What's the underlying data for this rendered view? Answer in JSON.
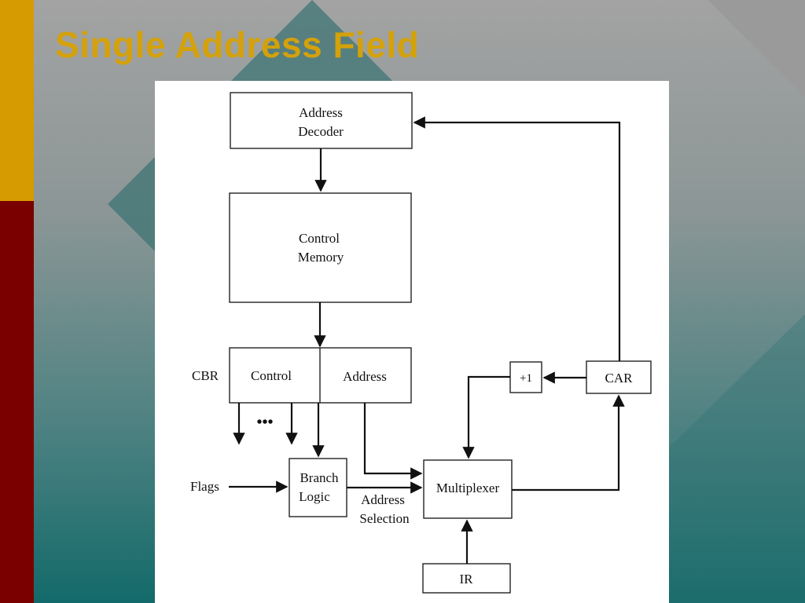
{
  "slide": {
    "title": "Single Address Field",
    "colors": {
      "title": "#d4a10a",
      "left_bar_top": "#d59b00",
      "left_bar_bottom": "#7a0000",
      "bg_diamond_light": "#9a9a9a",
      "bg_diamond_teal": "#3f7474"
    }
  },
  "diagram": {
    "address_decoder": [
      "Address",
      "Decoder"
    ],
    "control_memory": [
      "Control",
      "Memory"
    ],
    "cbr_label": "CBR",
    "cbr_control": "Control",
    "cbr_address": "Address",
    "ellipsis": "•••",
    "flags_label": "Flags",
    "branch_logic": [
      "Branch",
      "Logic"
    ],
    "address_selection": [
      "Address",
      "Selection"
    ],
    "multiplexer": "Multiplexer",
    "plus_one": "+1",
    "car": "CAR",
    "ir": "IR"
  }
}
